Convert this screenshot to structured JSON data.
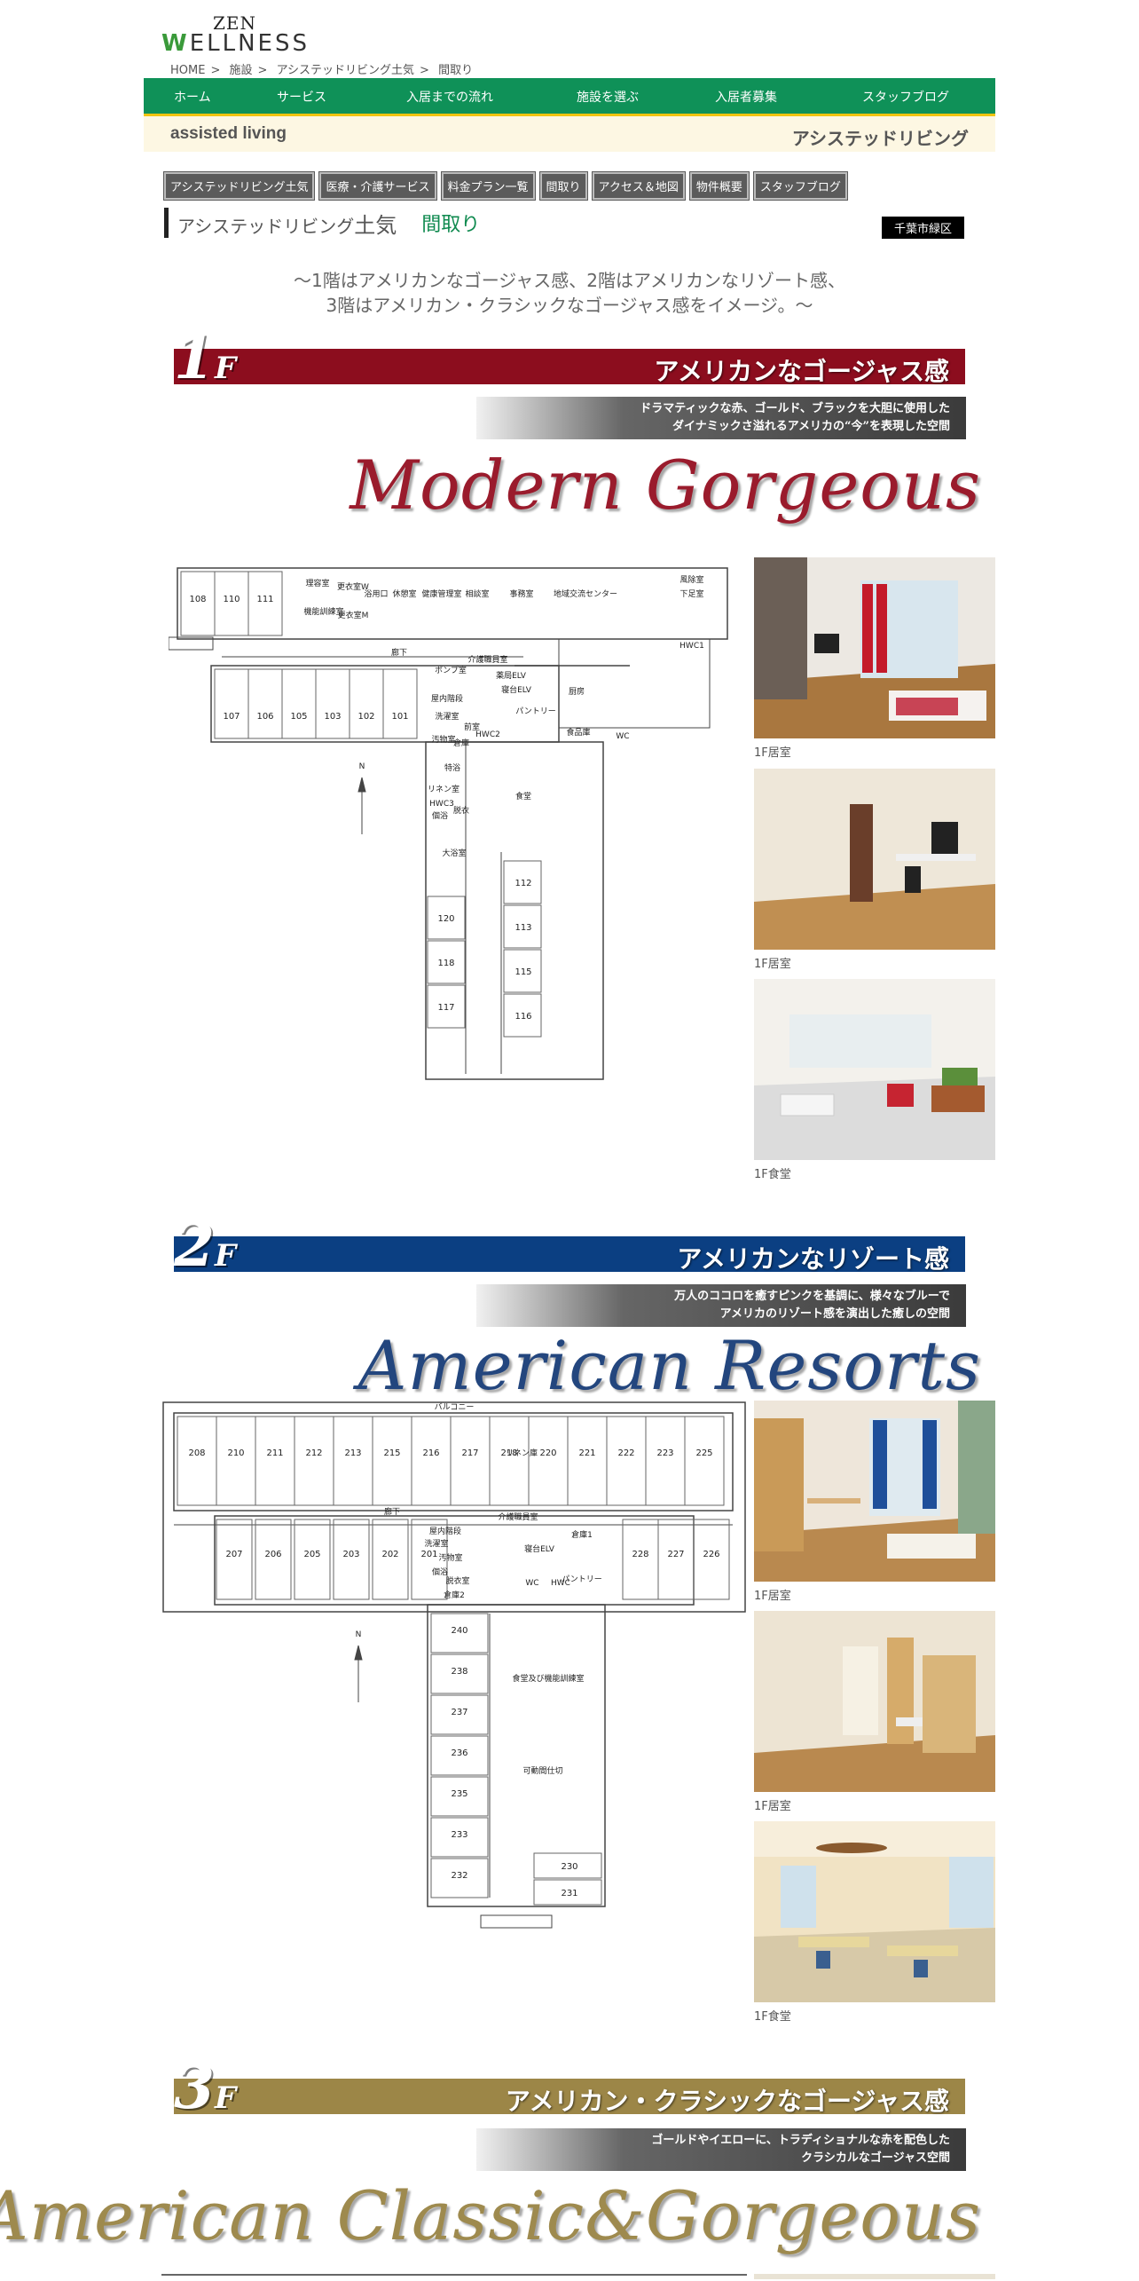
{
  "logo": {
    "top": "ZEN",
    "bottom": "ELLNESS",
    "w": "W"
  },
  "breadcrumb": [
    "HOME",
    "施設",
    "アシステッドリビング土気",
    "間取り"
  ],
  "gnav": [
    "ホーム",
    "サービス",
    "入居までの流れ",
    "施設を選ぶ",
    "入居者募集",
    "スタッフブログ"
  ],
  "band": {
    "en": "assisted living",
    "jp": "アシステッドリビング"
  },
  "subnav": [
    "アシステッドリビング土気",
    "医療・介護サービス",
    "料金プラン一覧",
    "間取り",
    "アクセス＆地図",
    "物件概要",
    "スタッフブログ"
  ],
  "title": {
    "facility": "アシステッドリビング",
    "place": "土気",
    "page": "間取り",
    "area": "千葉市緑区"
  },
  "intro": [
    "～1階はアメリカンなゴージャス感、2階はアメリカンなリゾート感、",
    "3階はアメリカン・クラシックなゴージャス感をイメージ。～"
  ],
  "floors": [
    {
      "num": "1",
      "unit": "F",
      "title": "アメリカンなゴージャス感",
      "color": "#8c0d1e",
      "desc": [
        "ドラマティックな赤、ゴールド、ブラックを大胆に使用した",
        "ダイナミックさ溢れるアメリカの“今”を表現した空間"
      ],
      "script": "Modern Gorgeous",
      "scriptColor": "#9a1b2c",
      "captions": [
        "1F居室",
        "1F居室",
        "1F食堂"
      ]
    },
    {
      "num": "2",
      "unit": "F",
      "title": "アメリカンなリゾート感",
      "color": "#0b3f82",
      "desc": [
        "万人のココロを癒すピンクを基調に、様々なブルーで",
        "アメリカのリゾート感を演出した癒しの空間"
      ],
      "script": "American Resorts",
      "scriptColor": "#23467e",
      "captions": [
        "1F居室",
        "1F居室",
        "1F食堂"
      ]
    },
    {
      "num": "3",
      "unit": "F",
      "title": "アメリカン・クラシックなゴージャス感",
      "color": "#9c8647",
      "desc": [
        "ゴールドやイエローに、トラディショナルな赤を配色した",
        "クラシカルなゴージャス空間"
      ],
      "script": "American Classic&Gorgeous",
      "scriptColor": "#9e8a4e"
    }
  ],
  "plan1": {
    "topRooms": [
      "108",
      "110",
      "111"
    ],
    "bottomRooms": [
      "107",
      "106",
      "105",
      "103",
      "102",
      "101"
    ],
    "wingLeft": [
      "120",
      "118",
      "117"
    ],
    "wingRight": [
      "112",
      "113",
      "115",
      "116"
    ],
    "labels": [
      "理容室",
      "更衣室W",
      "浴用口",
      "休憩室",
      "健康管理室",
      "相談室",
      "事務室",
      "地域交流センター",
      "機能訓練室",
      "更衣室M",
      "風除室",
      "下足室",
      "廊下",
      "HWC1",
      "介護職員室",
      "薬局ELV",
      "寝台ELV",
      "厨房",
      "前室",
      "食品庫",
      "WC",
      "HWC2",
      "倉庫",
      "汚物室",
      "特浴",
      "HWC3",
      "脱衣",
      "個浴",
      "食堂",
      "大浴室",
      "リネン室",
      "洗濯室",
      "屋内階段",
      "ポンプ室",
      "パントリー",
      "N"
    ]
  },
  "plan2": {
    "topRooms": [
      "208",
      "210",
      "211",
      "212",
      "213",
      "215",
      "216",
      "217",
      "218",
      "220",
      "221",
      "222",
      "223",
      "225"
    ],
    "bottomRooms": [
      "207",
      "206",
      "205",
      "203",
      "202",
      "201",
      "228",
      "227",
      "226"
    ],
    "wingLeft": [
      "240",
      "238",
      "237",
      "236",
      "235",
      "233",
      "232"
    ],
    "wingRight": [
      "230",
      "231"
    ],
    "labels": [
      "バルコニー",
      "リネン庫",
      "廊下",
      "介護職員室",
      "屋内階段",
      "洗濯室",
      "汚物室",
      "倉庫1",
      "寝台ELV",
      "個浴",
      "脱衣室",
      "倉庫2",
      "HWC",
      "WC",
      "パントリー",
      "食堂及び機能訓練室",
      "可動間仕切",
      "N"
    ]
  }
}
